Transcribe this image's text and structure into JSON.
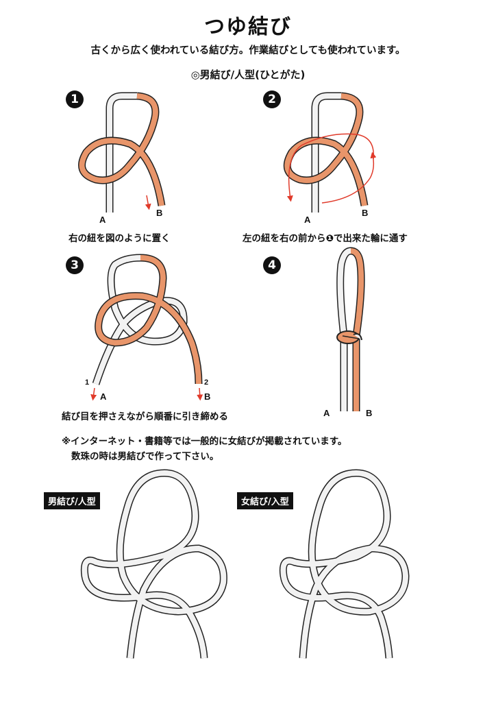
{
  "title": "つゆ結び",
  "subtitle": "古くから広く使われている結び方。作業結びとしても使われています。",
  "section_title": "◎男結び/人型(ひとがた)",
  "steps": [
    {
      "number": "1",
      "caption": "右の紐を図のように置く"
    },
    {
      "number": "2",
      "caption": "左の紐を右の前から❶で出来た輪に通す"
    },
    {
      "number": "3",
      "caption": "結び目を押さえながら順番に引き締める"
    },
    {
      "number": "4",
      "caption": ""
    }
  ],
  "labels": {
    "a": "A",
    "b": "B",
    "one": "1",
    "two": "2"
  },
  "notes": [
    "※インターネット・書籍等では一般的に女結びが掲載されています。",
    "数珠の時は男結びで作って下さい。"
  ],
  "bottom": {
    "male_tag": "男結び/人型",
    "female_tag": "女結び/入型"
  },
  "colors": {
    "cord_orange": "#E8956A",
    "cord_white": "#F2F2F2",
    "outline": "#222222",
    "arrow_red": "#E03A2A"
  }
}
